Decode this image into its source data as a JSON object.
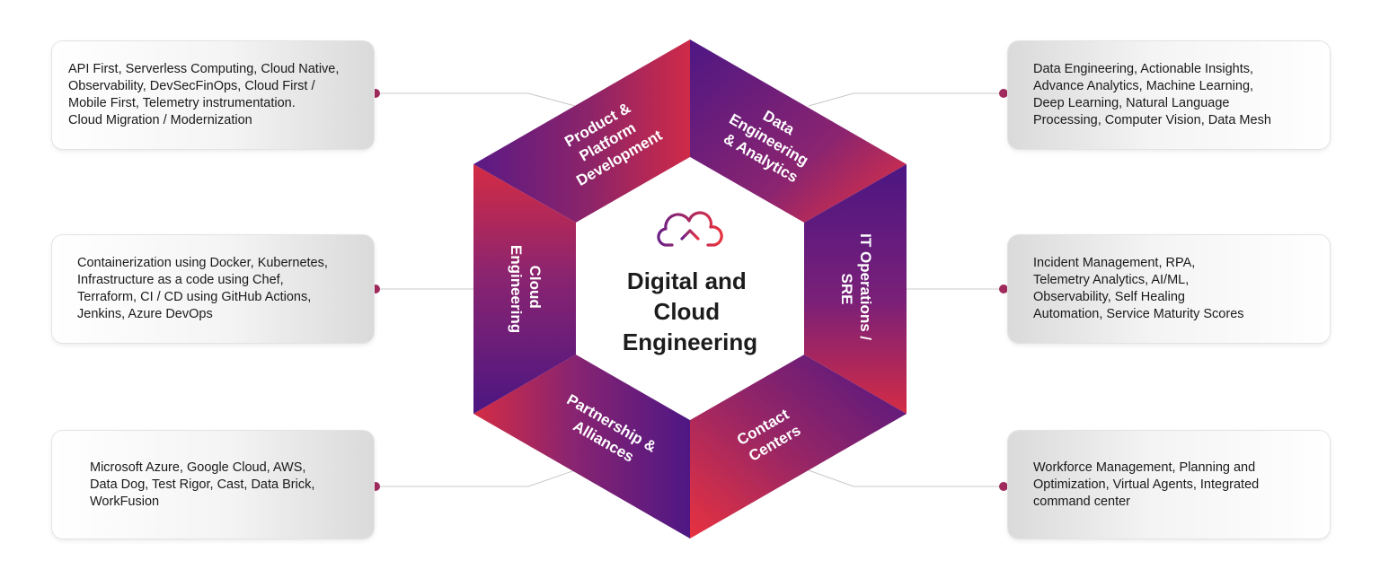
{
  "center": {
    "title_lines": [
      "Digital and",
      "Cloud",
      "Engineering"
    ],
    "icon": "cloud-upload-icon"
  },
  "segments": [
    {
      "id": "product",
      "label_lines": [
        "Product &",
        "Platform",
        "Development"
      ]
    },
    {
      "id": "data",
      "label_lines": [
        "Data",
        "Engineering",
        "& Analytics"
      ]
    },
    {
      "id": "itops",
      "label_lines": [
        "IT Operations /",
        "SRE"
      ]
    },
    {
      "id": "contact",
      "label_lines": [
        "Contact",
        "Centers"
      ]
    },
    {
      "id": "partnership",
      "label_lines": [
        "Partnership &",
        "Alliances"
      ]
    },
    {
      "id": "cloud",
      "label_lines": [
        "Cloud",
        "Engineering"
      ]
    }
  ],
  "cards": [
    {
      "id": "product",
      "text": "API First, Serverless Computing, Cloud Native,\nObservability, DevSecFinOps, Cloud First /\nMobile First, Telemetry instrumentation.\nCloud Migration / Modernization"
    },
    {
      "id": "data",
      "text": "Data Engineering, Actionable Insights,\nAdvance Analytics, Machine Learning,\nDeep Learning, Natural Language\nProcessing, Computer Vision, Data Mesh"
    },
    {
      "id": "cloud",
      "text": "Containerization using Docker, Kubernetes,\nInfrastructure as a code using Chef,\nTerraform, CI / CD using GitHub Actions,\nJenkins, Azure DevOps"
    },
    {
      "id": "itops",
      "text": "Incident Management, RPA,\nTelemetry Analytics, AI/ML,\nObservability, Self Healing\nAutomation, Service Maturity Scores"
    },
    {
      "id": "partnership",
      "text": "Microsoft Azure, Google Cloud, AWS,\nData Dog, Test Rigor, Cast, Data Brick,\nWorkFusion"
    },
    {
      "id": "contact",
      "text": "Workforce Management, Planning and\nOptimization, Virtual Agents, Integrated\ncommand center"
    }
  ],
  "colors": {
    "red": "#e8323f",
    "crimson": "#b4234f",
    "purple": "#6a1f86",
    "deep_purple": "#4b1682",
    "dot": "#a02a5c",
    "connector": "#c8c8c8"
  }
}
